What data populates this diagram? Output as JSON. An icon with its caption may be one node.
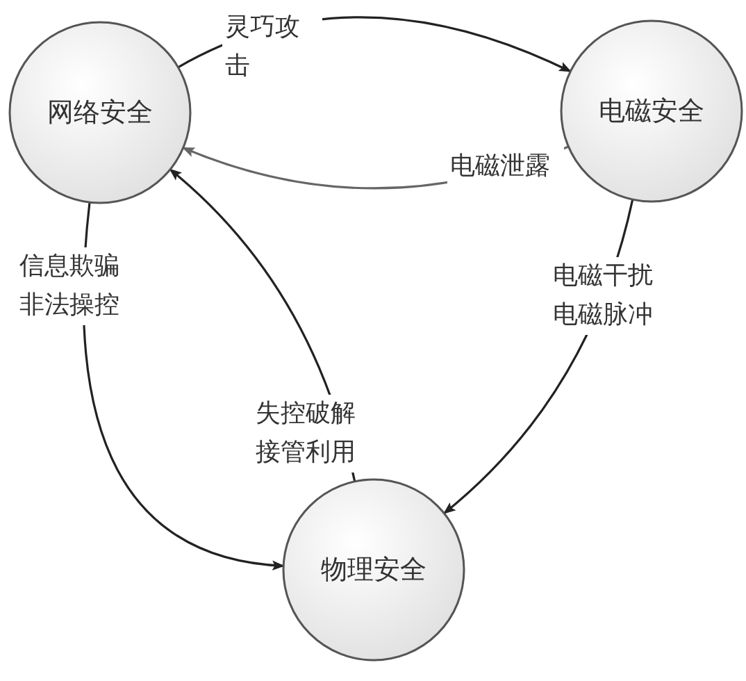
{
  "diagram": {
    "nodes": [
      {
        "text": [
          "网络安全"
        ]
      },
      {
        "text": [
          "电磁安全"
        ]
      },
      {
        "text": [
          "物理安全"
        ]
      }
    ],
    "edges": [
      {
        "from": 0,
        "to": 1,
        "arrow": "to",
        "label": "灵巧攻击"
      },
      {
        "from": 1,
        "to": 0,
        "arrow": "to",
        "label": "电磁泄露",
        "color": "#666666"
      },
      {
        "from": 0,
        "to": 2,
        "arrow": "to",
        "label": "信息欺骗非法操控"
      },
      {
        "from": 2,
        "to": 0,
        "arrow": "to",
        "label": "失控破解接管利用"
      },
      {
        "from": 1,
        "to": 2,
        "arrow": "to",
        "label": "电磁干扰电磁脉冲"
      }
    ]
  }
}
